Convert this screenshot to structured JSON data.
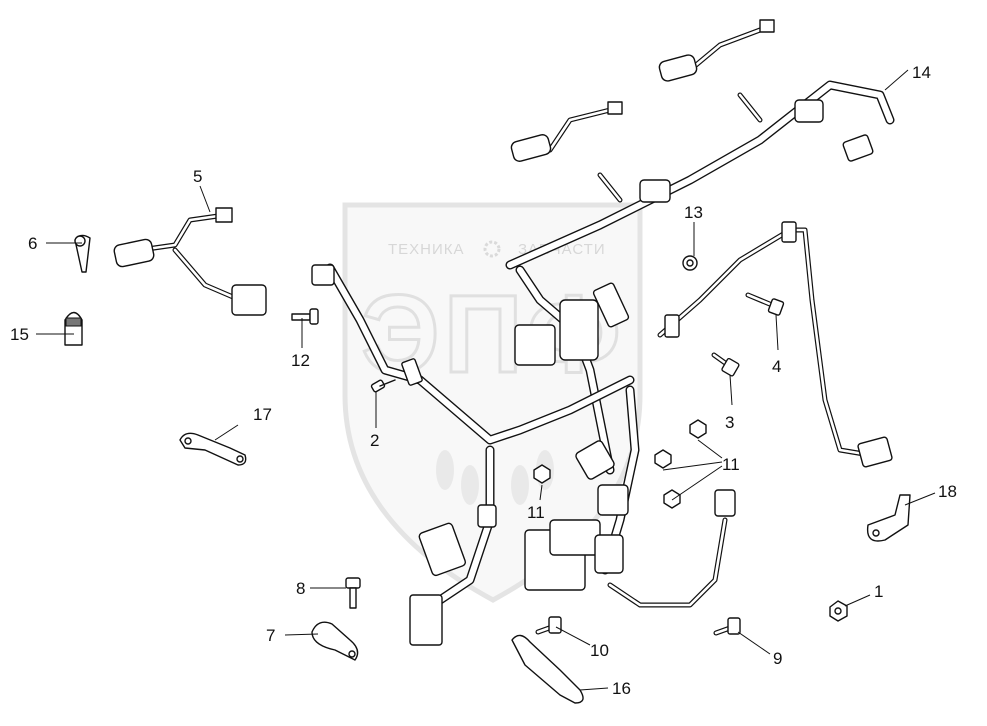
{
  "watermark": {
    "left_word": "ТЕХНИКА",
    "right_word": "ЗАПЧАСТИ",
    "logo_letters": "ЭПФ"
  },
  "callouts": [
    {
      "id": "c1",
      "label": "1"
    },
    {
      "id": "c2",
      "label": "2"
    },
    {
      "id": "c3",
      "label": "3"
    },
    {
      "id": "c4",
      "label": "4"
    },
    {
      "id": "c5",
      "label": "5"
    },
    {
      "id": "c6",
      "label": "6"
    },
    {
      "id": "c7",
      "label": "7"
    },
    {
      "id": "c8",
      "label": "8"
    },
    {
      "id": "c9",
      "label": "9"
    },
    {
      "id": "c10",
      "label": "10"
    },
    {
      "id": "c11a",
      "label": "11"
    },
    {
      "id": "c11b",
      "label": "11"
    },
    {
      "id": "c11c",
      "label": "11"
    },
    {
      "id": "c12",
      "label": "12"
    },
    {
      "id": "c13",
      "label": "13"
    },
    {
      "id": "c14",
      "label": "14"
    },
    {
      "id": "c15",
      "label": "15"
    },
    {
      "id": "c16",
      "label": "16"
    },
    {
      "id": "c17",
      "label": "17"
    },
    {
      "id": "c18",
      "label": "18"
    }
  ]
}
